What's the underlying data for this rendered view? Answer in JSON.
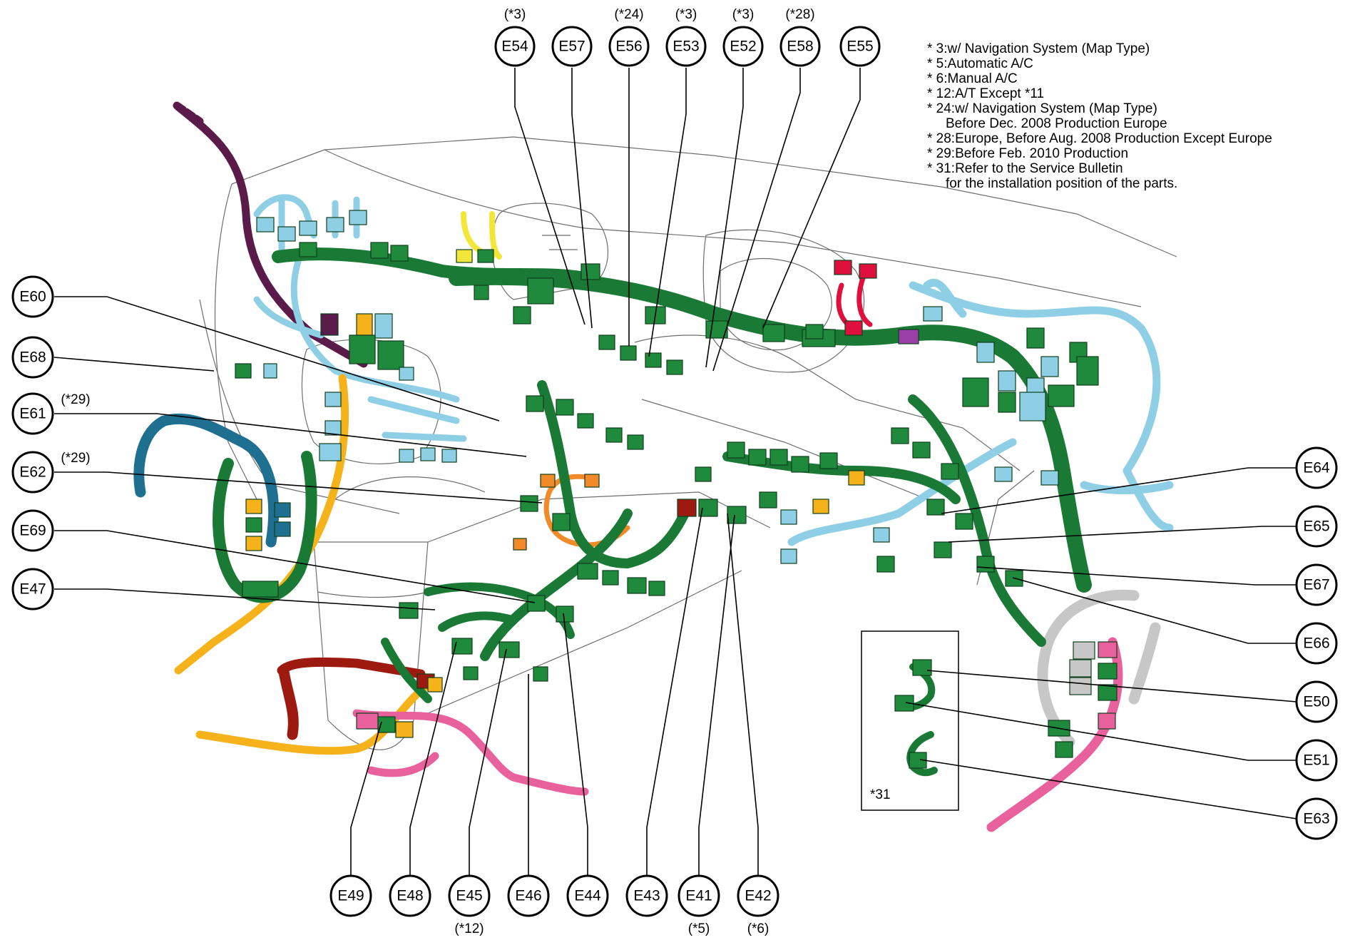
{
  "colors": {
    "harness_main": "#1a7a35",
    "connector": "#1f8a3c",
    "harness_light_blue": "#8fcfe6",
    "harness_orange": "#f5b21a",
    "harness_dark_blue": "#1f6f91",
    "harness_purple": "#5a1a4a",
    "harness_pink": "#e8609c",
    "harness_red": "#9c1a10",
    "harness_grey": "#c7c7c7",
    "harness_yellow": "#f3e63b",
    "harness_violet": "#9b3ea8",
    "harness_crimson": "#e0103e",
    "harness_amber": "#f28a2a",
    "outline": "#6e6e6e"
  },
  "legend": [
    "* 3:w/ Navigation System (Map Type)",
    "* 5:Automatic A/C",
    "* 6:Manual A/C",
    "* 12:A/T Except *11",
    "* 24:w/ Navigation System (Map Type)",
    "Before Dec. 2008 Production Europe",
    "* 28:Europe, Before Aug. 2008 Production Except Europe",
    "* 29:Before Feb. 2010 Production",
    "* 31:Refer to the Service Bulletin",
    "for the installation position of the parts."
  ],
  "inset_note": "*31",
  "callouts": {
    "top": [
      {
        "label": "E54",
        "note": "(*3)"
      },
      {
        "label": "E57",
        "note": ""
      },
      {
        "label": "E56",
        "note": "(*24)"
      },
      {
        "label": "E53",
        "note": "(*3)"
      },
      {
        "label": "E52",
        "note": "(*3)"
      },
      {
        "label": "E58",
        "note": "(*28)"
      },
      {
        "label": "E55",
        "note": ""
      }
    ],
    "left": [
      {
        "label": "E60",
        "note": ""
      },
      {
        "label": "E68",
        "note": ""
      },
      {
        "label": "E61",
        "note": "(*29)"
      },
      {
        "label": "E62",
        "note": "(*29)"
      },
      {
        "label": "E69",
        "note": ""
      },
      {
        "label": "E47",
        "note": ""
      }
    ],
    "right": [
      {
        "label": "E64",
        "note": ""
      },
      {
        "label": "E65",
        "note": ""
      },
      {
        "label": "E67",
        "note": ""
      },
      {
        "label": "E66",
        "note": ""
      },
      {
        "label": "E50",
        "note": ""
      },
      {
        "label": "E51",
        "note": ""
      },
      {
        "label": "E63",
        "note": ""
      }
    ],
    "bottom": [
      {
        "label": "E49",
        "note": ""
      },
      {
        "label": "E48",
        "note": ""
      },
      {
        "label": "E45",
        "note": "(*12)"
      },
      {
        "label": "E46",
        "note": ""
      },
      {
        "label": "E44",
        "note": ""
      },
      {
        "label": "E43",
        "note": ""
      },
      {
        "label": "E41",
        "note": "(*5)"
      },
      {
        "label": "E42",
        "note": "(*6)"
      }
    ]
  }
}
